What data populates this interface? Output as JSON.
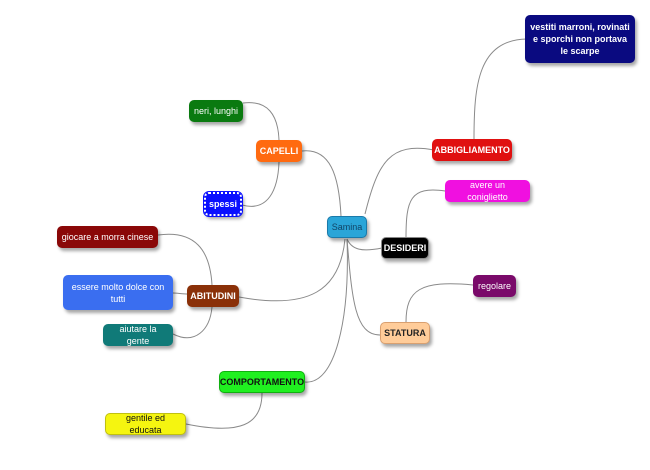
{
  "center": {
    "label": "Samina",
    "bg": "#2aa5d8",
    "fg": "#114466"
  },
  "branches": {
    "abbigliamento": {
      "label": "ABBIGLIAMENTO",
      "bg": "#e01010",
      "fg": "#ffffff"
    },
    "abbigliamento_detail": {
      "label": "vestiti marroni, rovinati e sporchi non portava  le scarpe",
      "bg": "#0a0a80",
      "fg": "#ffffff"
    },
    "capelli": {
      "label": "CAPELLI",
      "bg": "#ff6a10",
      "fg": "#ffffff"
    },
    "capelli_1": {
      "label": "neri, lunghi",
      "bg": "#0a7a10",
      "fg": "#ffffff"
    },
    "capelli_2": {
      "label": "spessi",
      "bg": "#0a10ff",
      "fg": "#ffffff"
    },
    "desideri": {
      "label": "DESIDERI",
      "bg": "#000000",
      "fg": "#ffffff"
    },
    "desideri_1": {
      "label": "avere un coniglietto",
      "bg": "#f010e0",
      "fg": "#ffffff"
    },
    "abitudini": {
      "label": "ABITUDINI",
      "bg": "#8a3008",
      "fg": "#ffffff"
    },
    "abitudini_1": {
      "label": "giocare a morra cinese",
      "bg": "#8a0808",
      "fg": "#ffffff"
    },
    "abitudini_2": {
      "label": "essere molto dolce con tutti",
      "bg": "#3a6ef0",
      "fg": "#ffffff"
    },
    "abitudini_3": {
      "label": "aiutare la gente",
      "bg": "#107a78",
      "fg": "#ffffff"
    },
    "statura": {
      "label": "STATURA",
      "bg": "#ffcc99",
      "fg": "#222222"
    },
    "statura_1": {
      "label": "regolare",
      "bg": "#7a0a6a",
      "fg": "#ffffff"
    },
    "comportamento": {
      "label": "COMPORTAMENTO",
      "bg": "#20f020",
      "fg": "#111111"
    },
    "comportamento_1": {
      "label": "gentile ed educata",
      "bg": "#f5f510",
      "fg": "#111111"
    }
  },
  "connector_color": "#8a8a8a"
}
